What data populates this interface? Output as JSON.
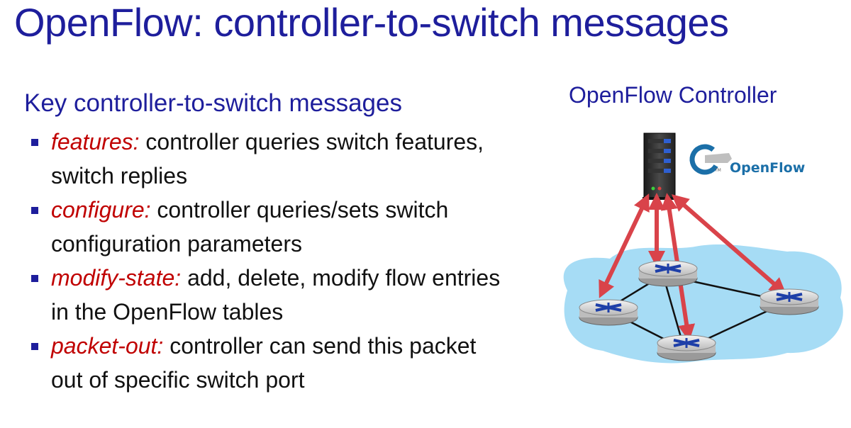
{
  "slide": {
    "title": "OpenFlow: controller-to-switch messages",
    "subheading": "Key controller-to-switch messages",
    "bullets": [
      {
        "term": "features:",
        "text": " controller queries switch features, switch replies"
      },
      {
        "term": "configure:",
        "text": " controller queries/sets switch configuration parameters"
      },
      {
        "term": "modify-state:",
        "text": " add, delete, modify flow entries in the OpenFlow tables"
      },
      {
        "term": "packet-out:",
        "text": " controller can send this packet out of specific switch port"
      }
    ]
  },
  "diagram": {
    "controller_label": "OpenFlow Controller",
    "logo_text": "OpenFlow",
    "logo_tm": "TM",
    "colors": {
      "title_blue": "#1e1e9c",
      "term_red": "#c00000",
      "arrow_red": "#d9434a",
      "cloud_blue": "#a6dcf5",
      "router_blue": "#1e3fa8"
    }
  }
}
